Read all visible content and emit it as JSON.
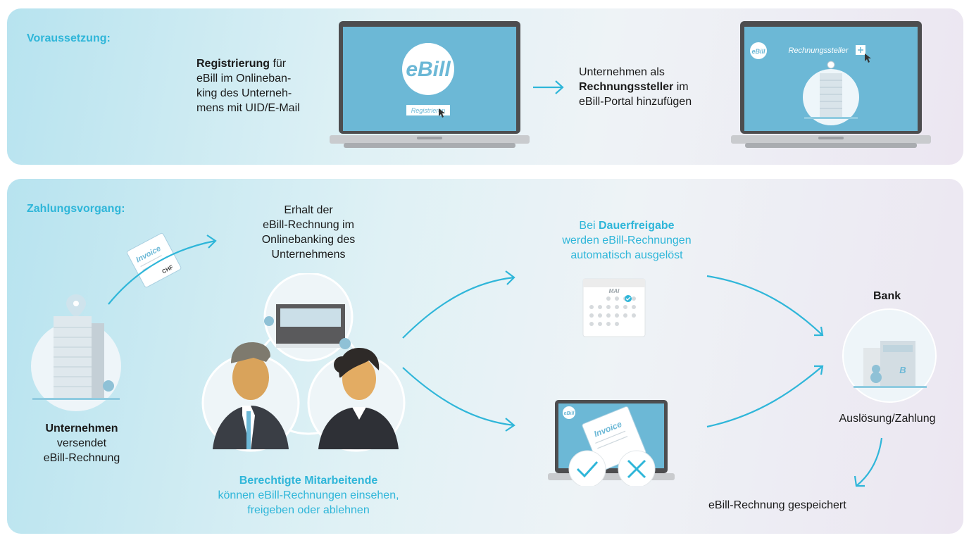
{
  "top": {
    "label": "Voraussetzung:",
    "step1": {
      "bold": "Registrierung",
      "l1_rest": " für",
      "l2": "eBill im Onlineban-",
      "l3": "king des Unterneh-",
      "l4": "mens mit UID/E-Mail"
    },
    "laptop1": {
      "logo": "eBill",
      "button": "Registrieren"
    },
    "step2": {
      "l1": "Unternehmen als",
      "bold": "Rechnungssteller",
      "l2_rest": " im",
      "l3": "eBill-Portal hinzufügen"
    },
    "laptop2": {
      "logo": "eBill",
      "header": "Rechnungssteller"
    }
  },
  "bottom": {
    "label": "Zahlungsvorgang:",
    "invoice_label": "Invoice",
    "invoice_currency": "CHF",
    "company": {
      "bold": "Unternehmen",
      "l2": "versendet",
      "l3": "eBill-Rechnung"
    },
    "receipt": {
      "l1": "Erhalt der",
      "l2": "eBill-Rechnung im",
      "l3": "Onlinebanking des",
      "l4": "Unternehmens"
    },
    "employees": {
      "bold": "Berechtigte Mitarbeitende",
      "l2": "können eBill-Rechnungen einsehen,",
      "l3": "freigeben oder ablehnen"
    },
    "standing": {
      "pre": "Bei ",
      "bold": "Dauerfreigabe",
      "l2": "werden eBill-Rechnungen",
      "l3": "automatisch ausgelöst"
    },
    "calendar_month": "MAI",
    "laptop_logo": "eBill",
    "laptop_invoice": "Invoice",
    "bank": {
      "title": "Bank",
      "sign": "B",
      "caption": "Auslösung/Zahlung"
    },
    "saved": "eBill-Rechnung gespeichert"
  },
  "colors": {
    "accent": "#2fb6d9",
    "screen": "#6cb8d6",
    "panel_start": "#b7e3ef",
    "panel_end": "#ece6f1"
  }
}
